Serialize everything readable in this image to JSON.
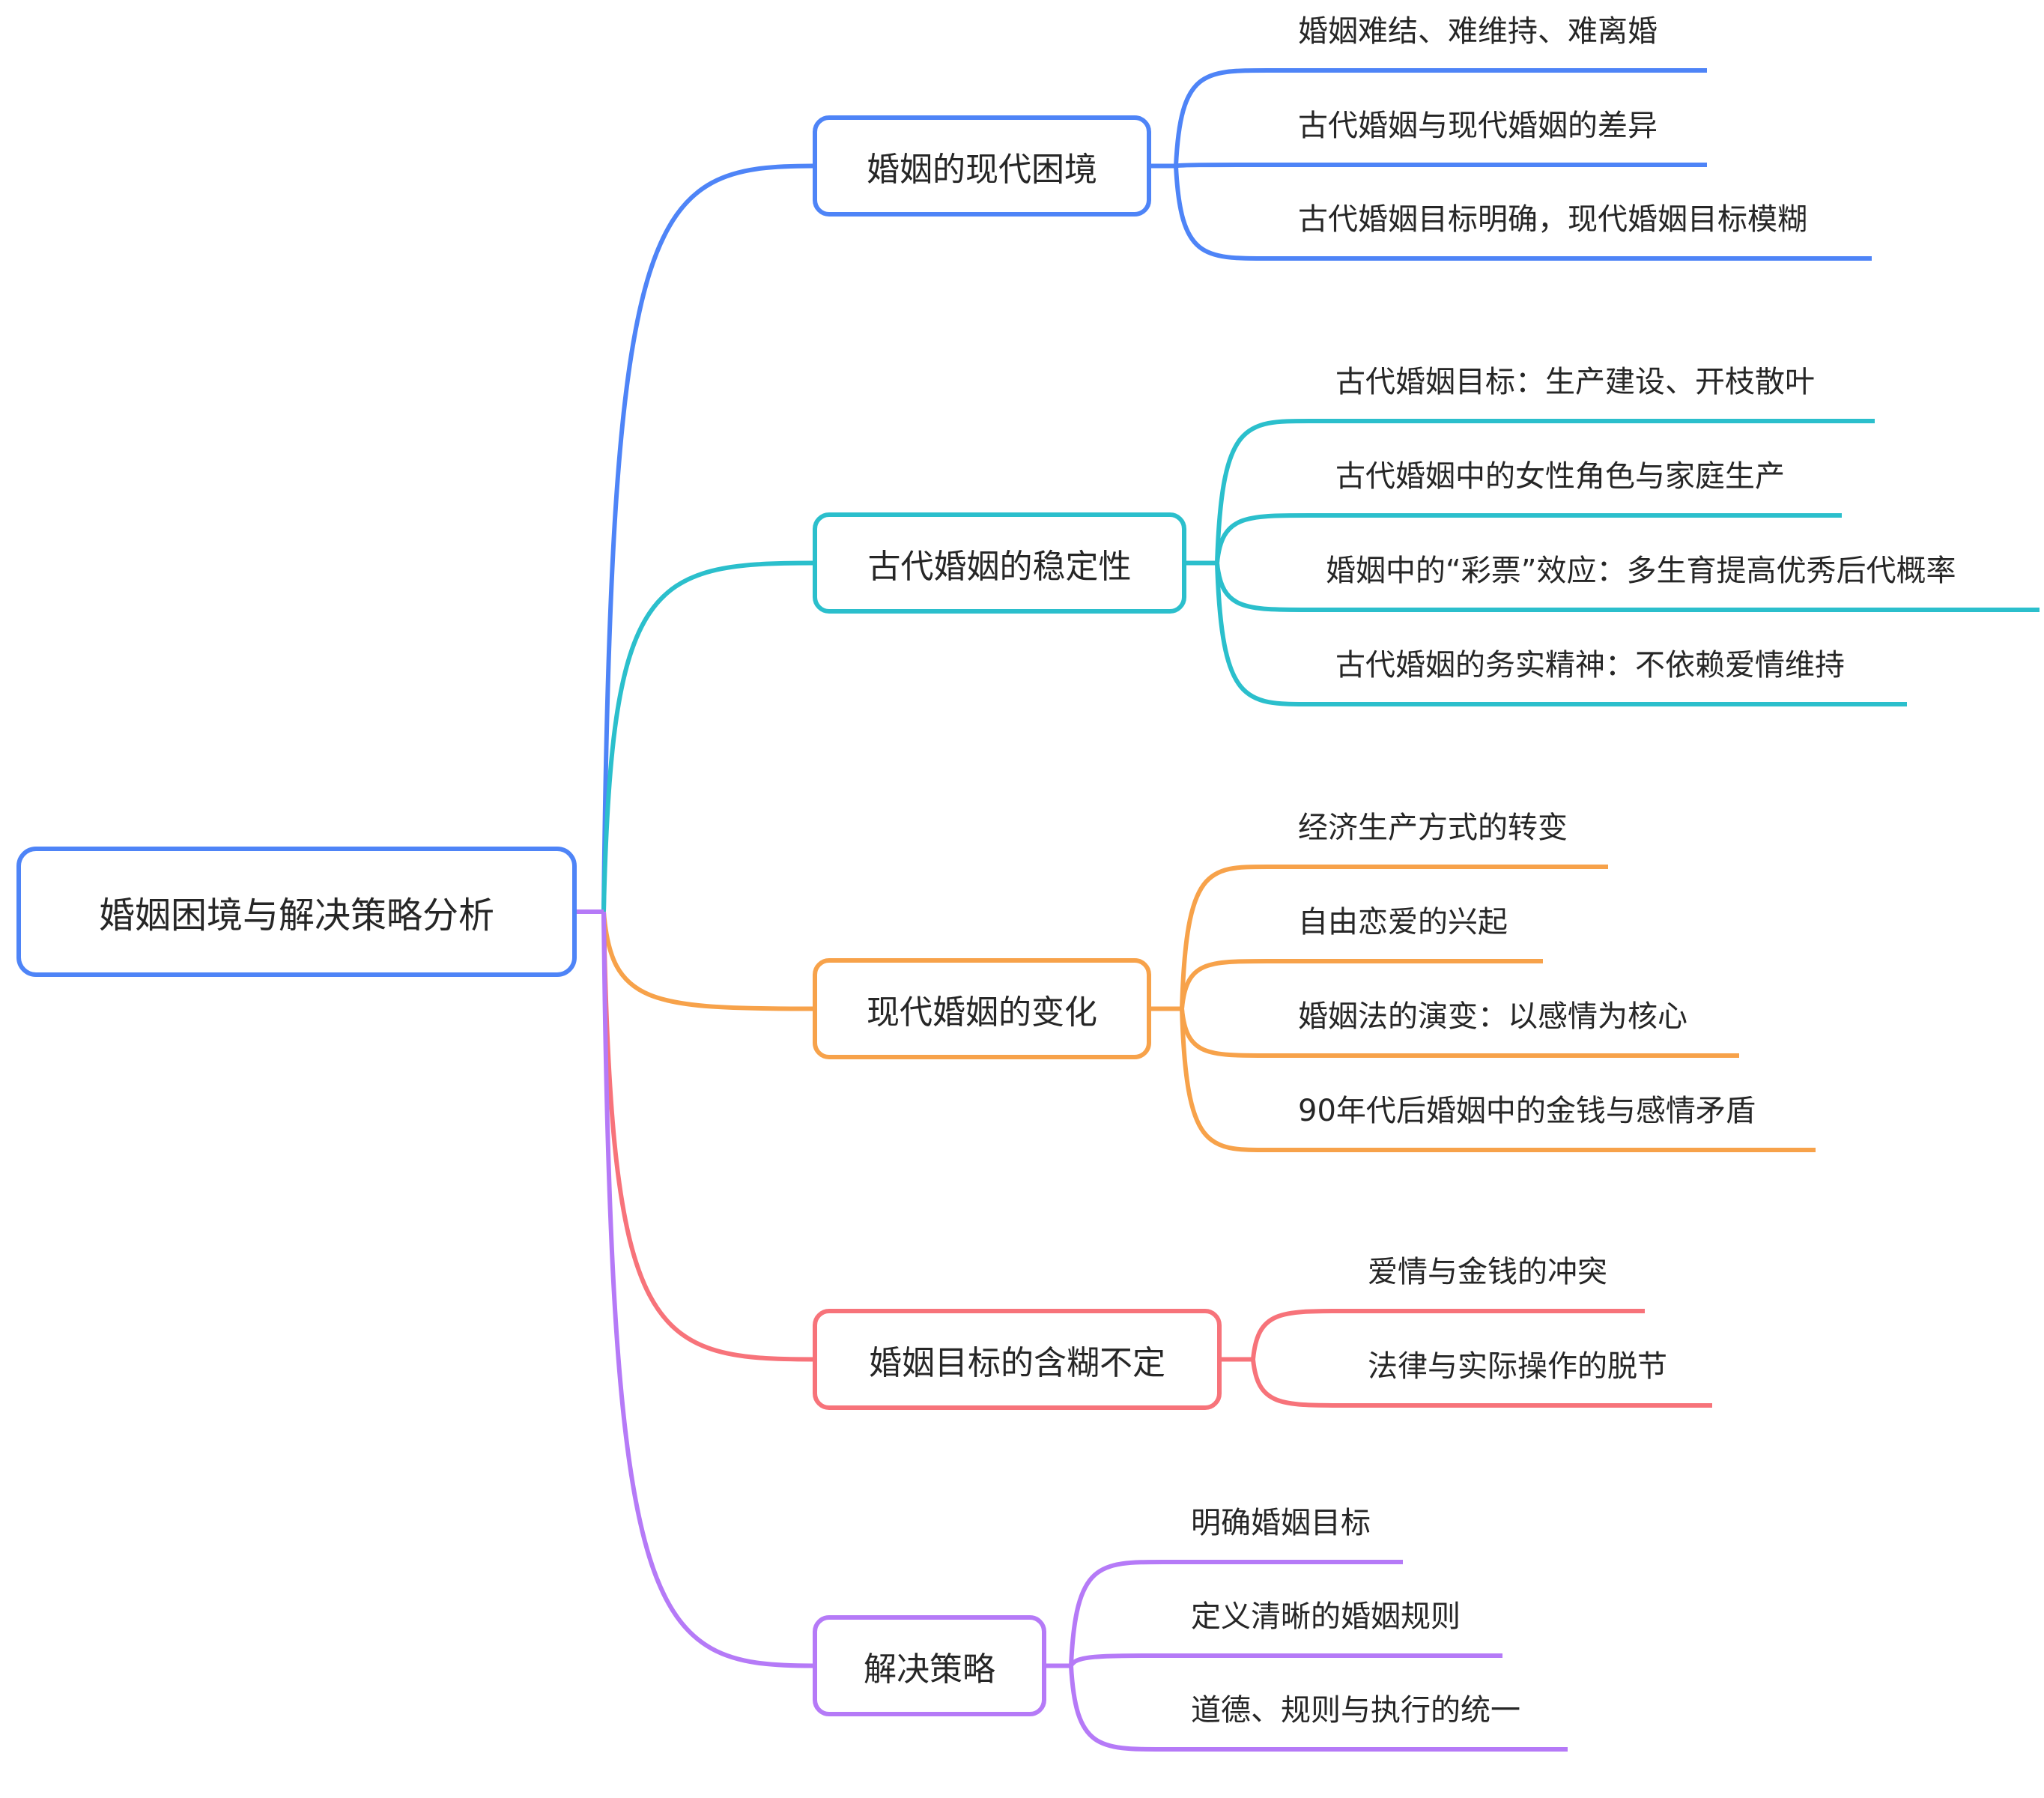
{
  "mindmap": {
    "root": {
      "label": "婚姻困境与解决策略分析",
      "color": "#4e84f7"
    },
    "branches": [
      {
        "label": "婚姻的现代困境",
        "color": "#4e84f7",
        "children": [
          "婚姻难结、难维持、难离婚",
          "古代婚姻与现代婚姻的差异",
          "古代婚姻目标明确，现代婚姻目标模糊"
        ]
      },
      {
        "label": "古代婚姻的稳定性",
        "color": "#2bbfcc",
        "children": [
          "古代婚姻目标：生产建设、开枝散叶",
          "古代婚姻中的女性角色与家庭生产",
          "婚姻中的“彩票”效应：多生育提高优秀后代概率",
          "古代婚姻的务实精神：不依赖爱情维持"
        ]
      },
      {
        "label": "现代婚姻的变化",
        "color": "#f7a24a",
        "children": [
          "经济生产方式的转变",
          "自由恋爱的兴起",
          "婚姻法的演变：以感情为核心",
          "90年代后婚姻中的金钱与感情矛盾"
        ]
      },
      {
        "label": "婚姻目标的含糊不定",
        "color": "#f7737a",
        "children": [
          "爱情与金钱的冲突",
          "法律与实际操作的脱节"
        ]
      },
      {
        "label": "解决策略",
        "color": "#b57af7",
        "children": [
          "明确婚姻目标",
          "定义清晰的婚姻规则",
          "道德、规则与执行的统一"
        ]
      }
    ]
  }
}
